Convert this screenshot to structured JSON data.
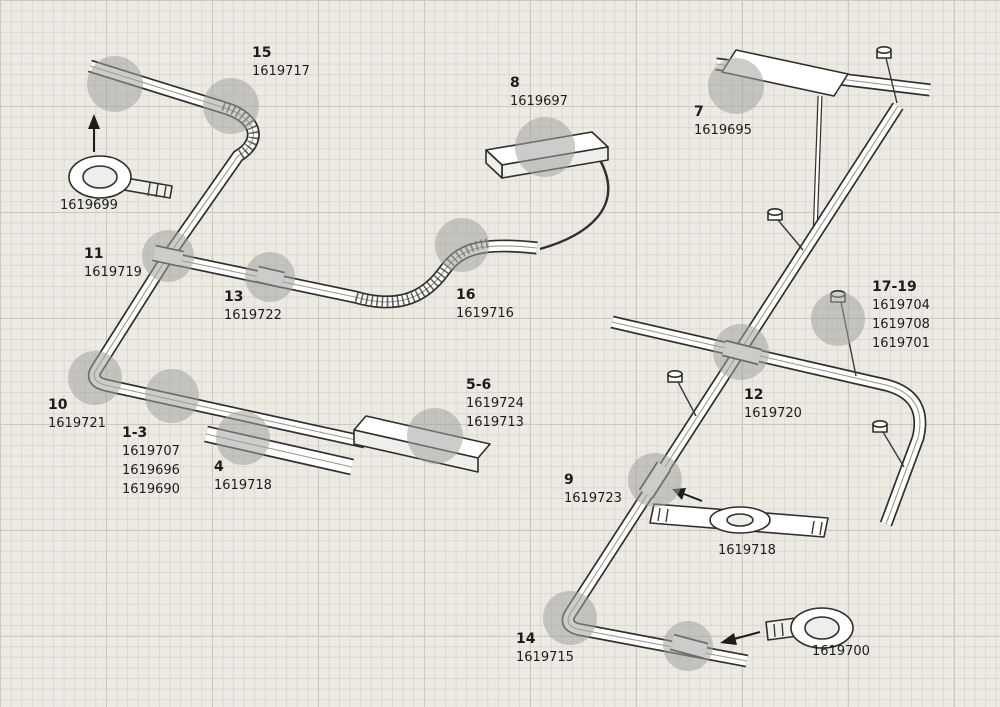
{
  "meta": {
    "description": "Exploded isometric parts diagram of a ceiling track lighting system on graph paper, with gray highlight circles and numbered part callouts"
  },
  "colors": {
    "background": "#edeae4",
    "grid_minor": "#dcd8cf",
    "grid_major": "#ccc8be",
    "ink": "#1c1c1a",
    "line": "#2f2f2c",
    "highlight_fill": "#a3a39e"
  },
  "icons": {
    "highlight_circle": "gray translucent circle marker",
    "arrow": "solid pointer arrow"
  },
  "callouts": {
    "c15": {
      "num": "15",
      "parts": [
        "1619717"
      ]
    },
    "p1619699": {
      "num": "",
      "parts": [
        "1619699"
      ]
    },
    "c8": {
      "num": "8",
      "parts": [
        "1619697"
      ]
    },
    "c7": {
      "num": "7",
      "parts": [
        "1619695"
      ]
    },
    "c11": {
      "num": "11",
      "parts": [
        "1619719"
      ]
    },
    "c13": {
      "num": "13",
      "parts": [
        "1619722"
      ]
    },
    "c16": {
      "num": "16",
      "parts": [
        "1619716"
      ]
    },
    "c1719": {
      "num": "17-19",
      "parts": [
        "1619704",
        "1619708",
        "1619701"
      ]
    },
    "c12": {
      "num": "12",
      "parts": [
        "1619720"
      ]
    },
    "c10": {
      "num": "10",
      "parts": [
        "1619721"
      ]
    },
    "c123": {
      "num": "1-3",
      "parts": [
        "1619707",
        "1619696",
        "1619690"
      ]
    },
    "c4": {
      "num": "4",
      "parts": [
        "1619718"
      ]
    },
    "c56": {
      "num": "5-6",
      "parts": [
        "1619724",
        "1619713"
      ]
    },
    "c9": {
      "num": "9",
      "parts": [
        "1619723"
      ]
    },
    "p1619718": {
      "num": "",
      "parts": [
        "1619718"
      ]
    },
    "c14": {
      "num": "14",
      "parts": [
        "1619715"
      ]
    },
    "p1619700": {
      "num": "",
      "parts": [
        "1619700"
      ]
    }
  }
}
